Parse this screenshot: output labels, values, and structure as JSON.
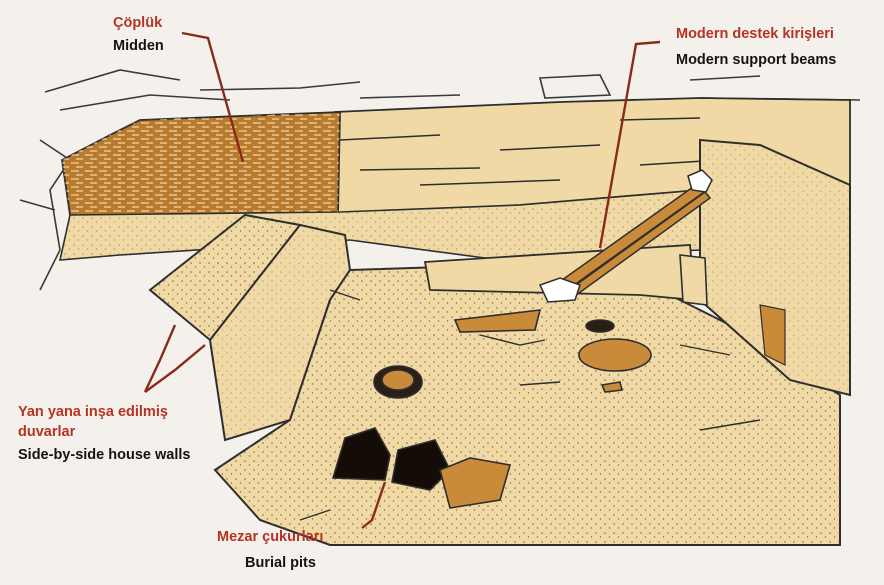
{
  "labels": {
    "midden": {
      "tr": "Çöplük",
      "en": "Midden"
    },
    "beams": {
      "tr": "Modern destek kirişleri",
      "en": "Modern support beams"
    },
    "walls": {
      "tr": "Yan yana inşa edilmiş duvarlar",
      "en": "Side-by-side house walls"
    },
    "pits": {
      "tr": "Mezar çukurları",
      "en": "Burial pits"
    }
  },
  "colors": {
    "background": "#f4f1ec",
    "turkish_text": "#b53324",
    "english_text": "#141414",
    "leader_line": "#8a2a1c",
    "sand": "#f0d9a4",
    "sand_dark": "#e6c88c",
    "midden_brown": "#b97a2e",
    "pit_fill": "#c98a3a"
  }
}
